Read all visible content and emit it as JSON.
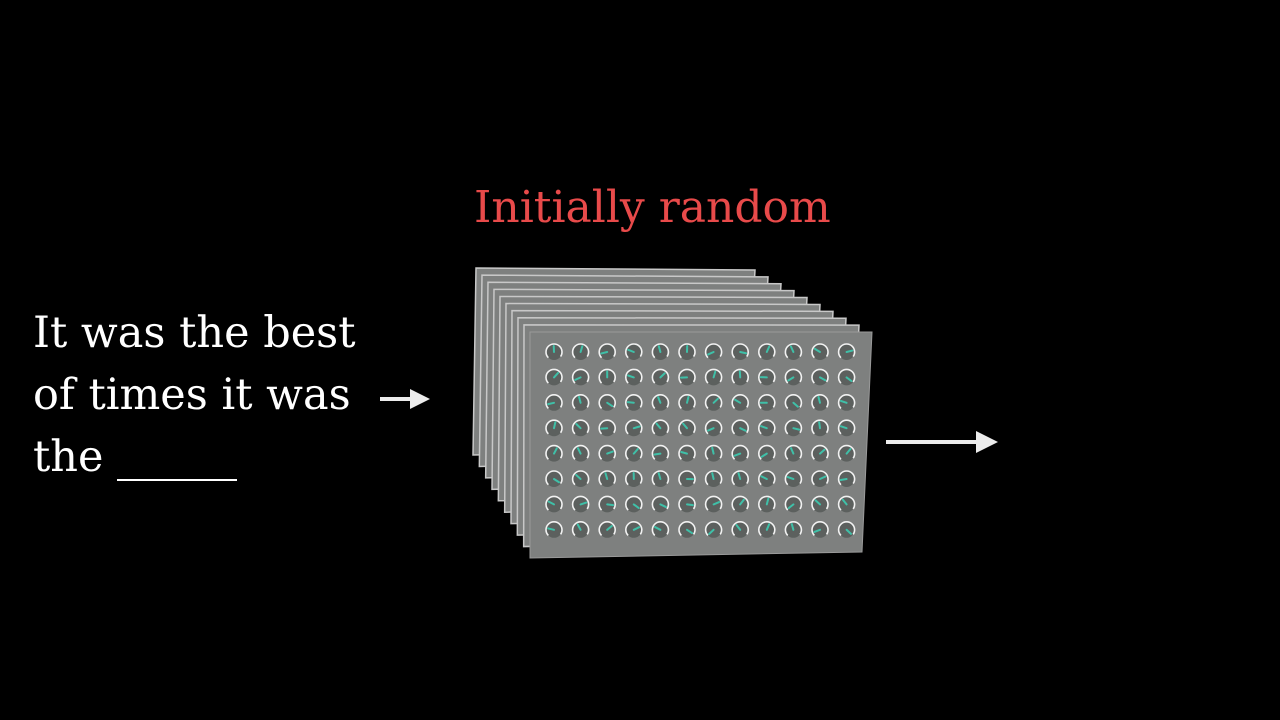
{
  "title": {
    "text": "Initially random",
    "color": "#e84a4a"
  },
  "prompt": {
    "lines": [
      "It was the best",
      "of times it was",
      "the"
    ]
  },
  "model": {
    "layer_count": 10,
    "dial_rows": 8,
    "dial_cols": 12,
    "panel_color": "#7e807f",
    "dial_ring_color": "#f2f2f2",
    "dial_needle_color": "#3fc0a8"
  },
  "arrow_color": "#ececec"
}
